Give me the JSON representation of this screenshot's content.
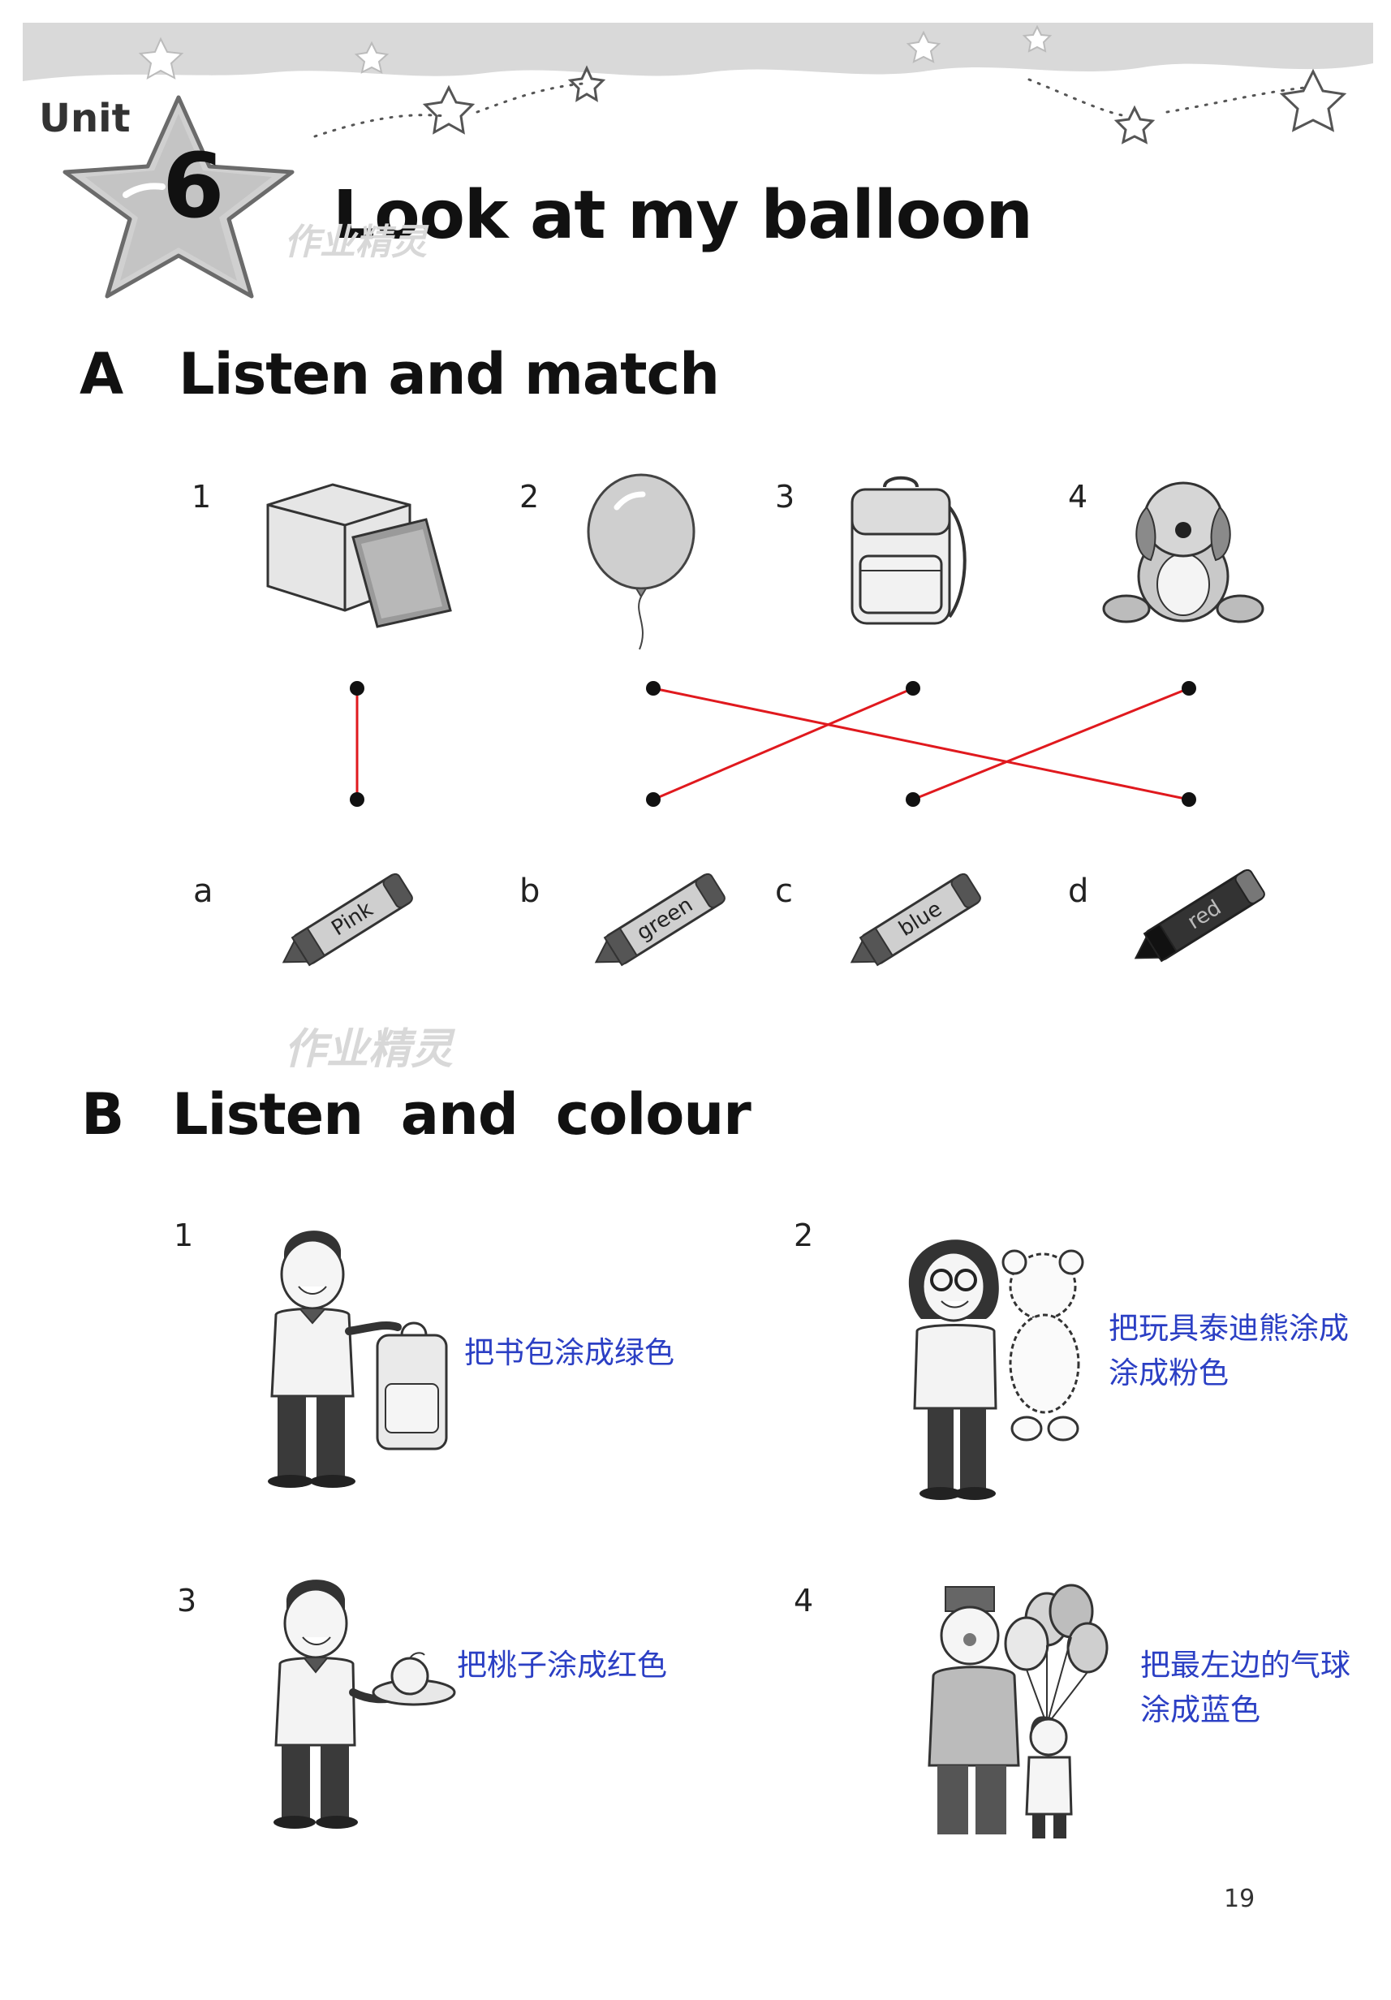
{
  "header": {
    "unit_label": "Unit",
    "unit_number": "6",
    "title": "Look at my balloon"
  },
  "section_a": {
    "letter": "A",
    "title": "Listen and match",
    "items": [
      {
        "num": "1",
        "picture": "box-icon"
      },
      {
        "num": "2",
        "picture": "balloon-icon"
      },
      {
        "num": "3",
        "picture": "backpack-icon"
      },
      {
        "num": "4",
        "picture": "toy-dog-icon"
      }
    ],
    "crayons": [
      {
        "letter": "a",
        "label": "Pink"
      },
      {
        "letter": "b",
        "label": "green"
      },
      {
        "letter": "c",
        "label": "blue"
      },
      {
        "letter": "d",
        "label": "red"
      }
    ],
    "matches": [
      {
        "from": "1",
        "to": "a"
      },
      {
        "from": "2",
        "to": "d"
      },
      {
        "from": "3",
        "to": "b"
      },
      {
        "from": "4",
        "to": "c"
      }
    ],
    "line_color": "#e0191e"
  },
  "section_b": {
    "letter": "B",
    "title": "Listen  and  colour",
    "items": [
      {
        "num": "1",
        "note": "把书包涂成绿色"
      },
      {
        "num": "2",
        "note_line1": "把玩具泰迪熊涂成",
        "note_line2": "涂成粉色"
      },
      {
        "num": "3",
        "note": "把桃子涂成红色"
      },
      {
        "num": "4",
        "note_line1": "把最左边的气球",
        "note_line2": "涂成蓝色"
      }
    ],
    "note_color": "#2b3fc4"
  },
  "watermark": "作业精灵",
  "page_number": "19"
}
